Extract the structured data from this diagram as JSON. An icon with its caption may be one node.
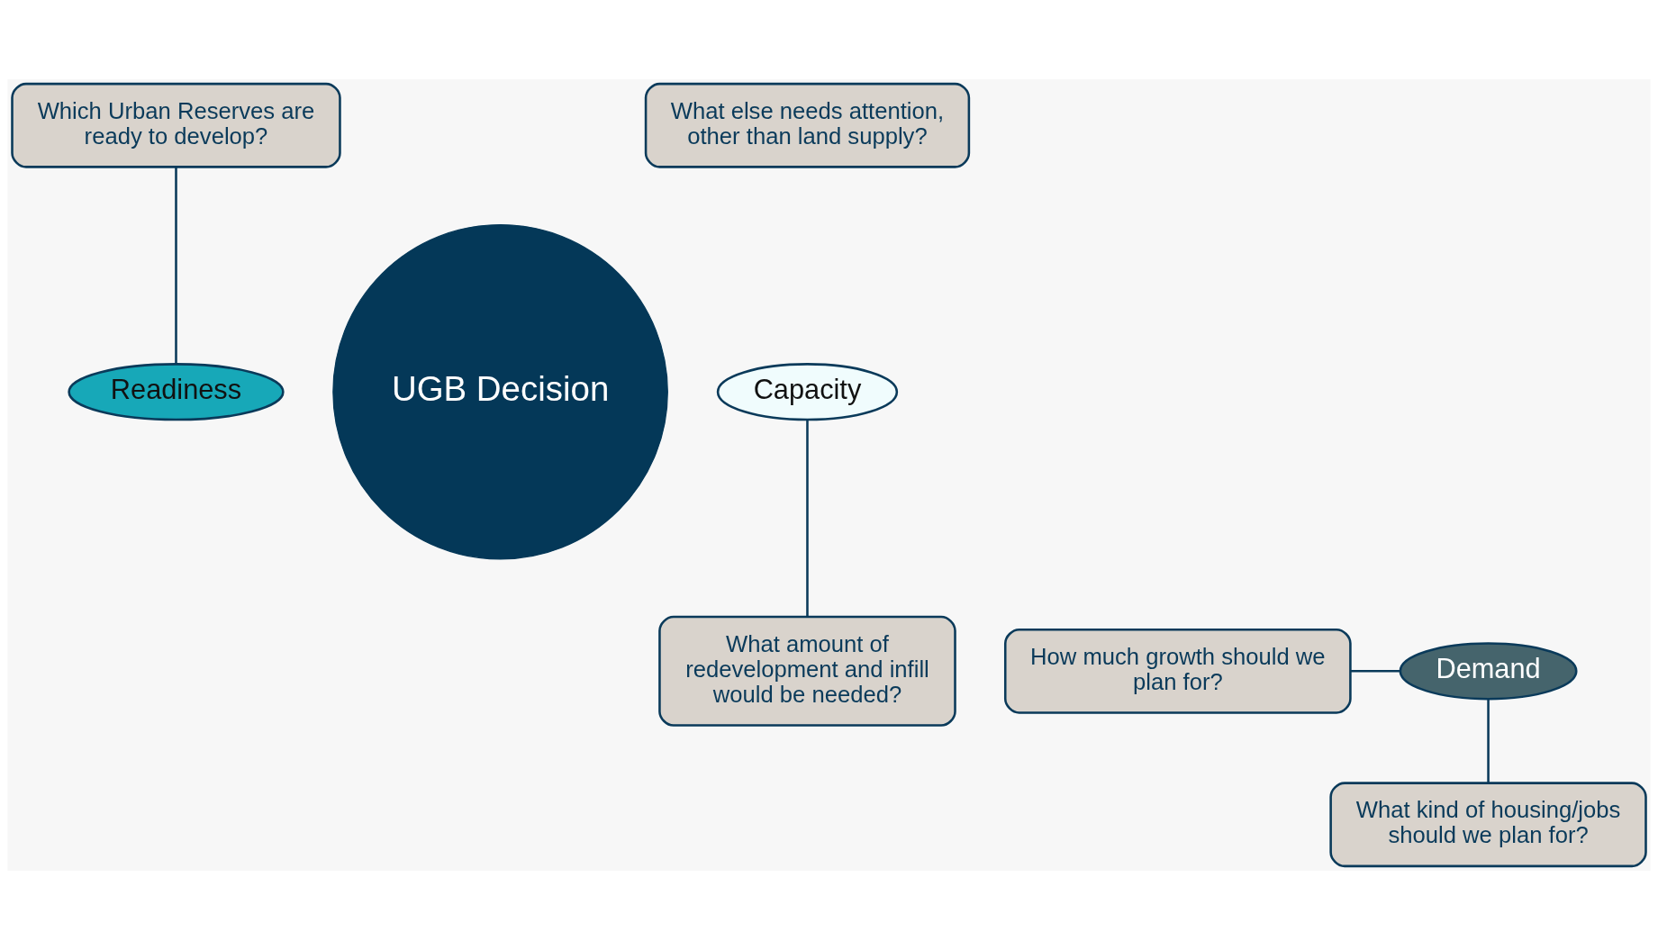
{
  "diagram": {
    "nodes": [
      {
        "text": [
          "Which Urban Reserves are ready to develop?"
        ]
      },
      {
        "text": [
          "What else needs attention, other than land supply?"
        ]
      },
      {
        "text": [
          "Readiness"
        ]
      },
      {
        "text": [
          "UGB Decision"
        ]
      },
      {
        "text": [
          "Capacity"
        ]
      },
      {
        "text": [
          "How much growth should we plan for?"
        ]
      },
      {
        "text": [
          "Demand"
        ]
      },
      {
        "text": [
          "What amount of redevelopment and infill would be needed?"
        ]
      },
      {
        "text": [
          "What kind of housing/jobs should we plan for?"
        ]
      }
    ],
    "edges": [
      {
        "from": 0,
        "to": 2,
        "arrow": "none"
      },
      {
        "from": 5,
        "to": 6,
        "arrow": "none"
      },
      {
        "from": 6,
        "to": 8,
        "arrow": "none"
      },
      {
        "from": 4,
        "to": 7,
        "arrow": "none"
      }
    ]
  }
}
